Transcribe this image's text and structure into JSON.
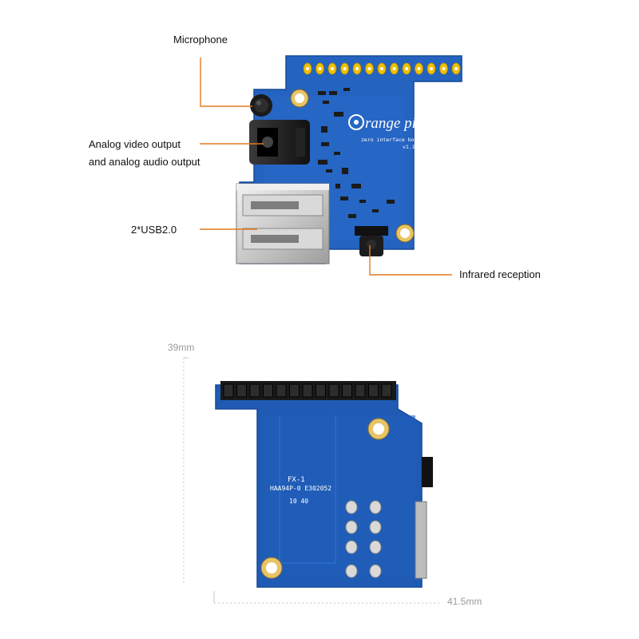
{
  "annotations": {
    "microphone": "Microphone",
    "analog_line1": "Analog video output",
    "analog_line2": "and analog audio output",
    "usb": "2*USB2.0",
    "infrared": "Infrared reception"
  },
  "board_silkscreen": {
    "brand": "range pi",
    "subtitle": "zero interface board",
    "version": "v1.1",
    "back_text_1": "FX-1",
    "back_text_2": "HAA94P-0 E302052",
    "back_text_3": "10 40"
  },
  "dimensions": {
    "height": "39mm",
    "width": "41.5mm"
  },
  "colors": {
    "pcb_blue": "#1f5bb5",
    "pcb_blue_dark": "#164a98",
    "pad_gold": "#e8c96a",
    "pin_yellow": "#f0c000",
    "callout_orange": "#e07a1f",
    "dim_gray": "#b0b0b0"
  }
}
